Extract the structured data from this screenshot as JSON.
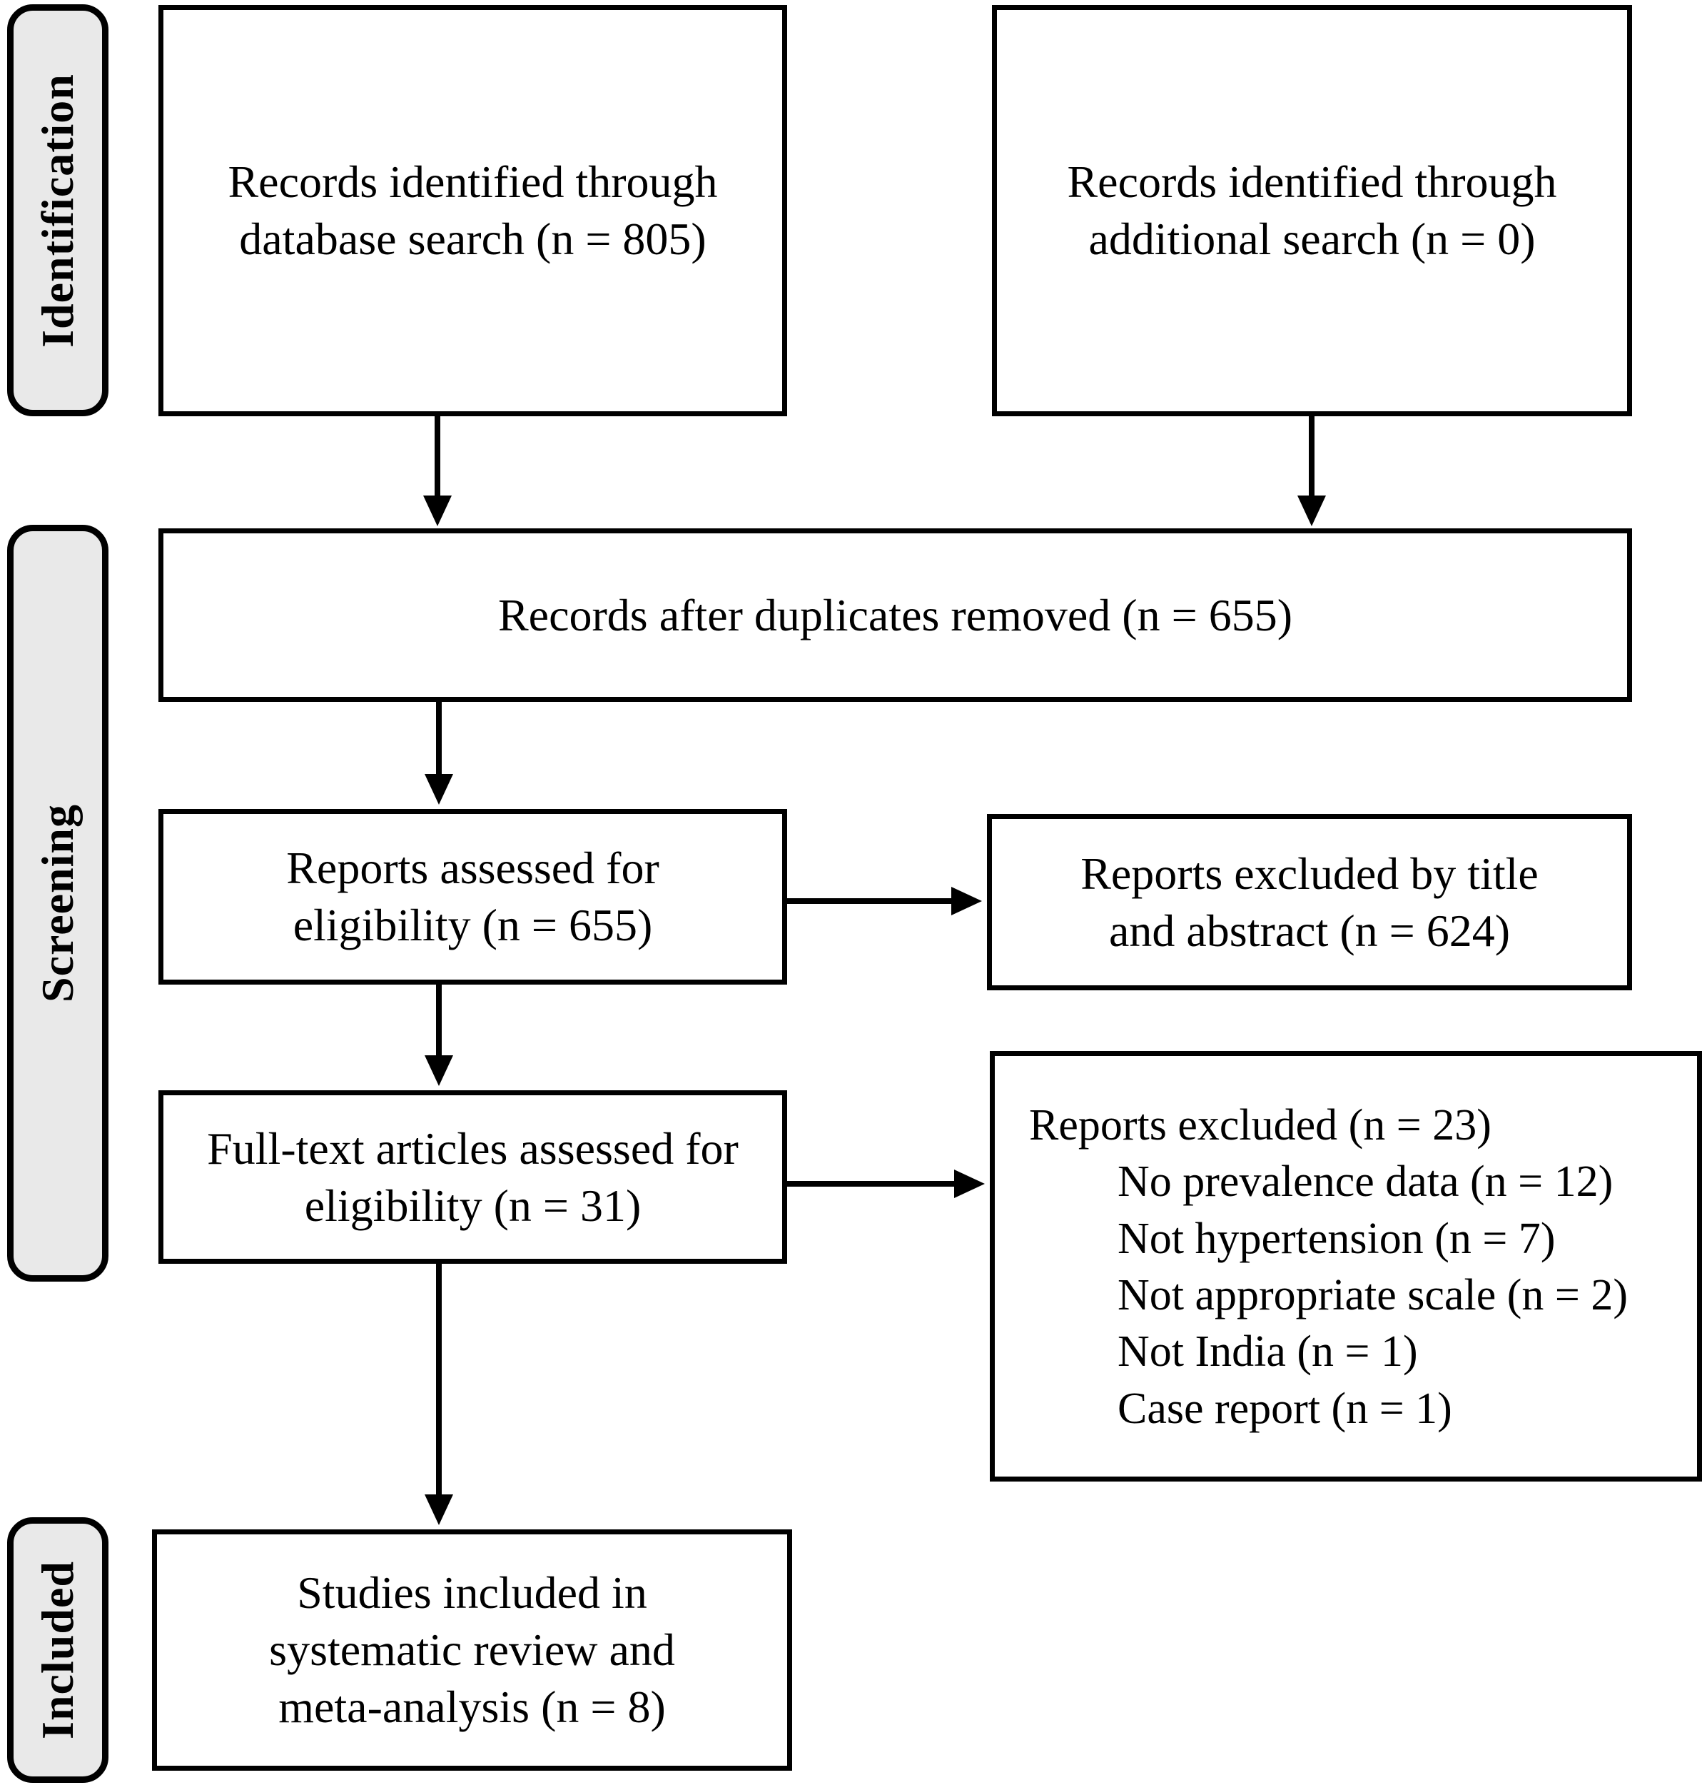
{
  "stages": [
    {
      "label": "Identification"
    },
    {
      "label": "Screening"
    },
    {
      "label": "Included"
    }
  ],
  "boxes": {
    "db_search": "Records identified through database search (n = 805)",
    "additional_search": "Records identified through additional search (n = 0)",
    "duplicates_removed": "Records after duplicates removed (n = 655)",
    "reports_assessed": "Reports assessed for eligibility (n = 655)",
    "excluded_title_abstract": "Reports excluded by title and abstract (n = 624)",
    "fulltext_assessed": "Full-text articles assessed for eligibility (n = 31)",
    "included_studies": "Studies included in systematic review and meta-analysis (n = 8)"
  },
  "excluded_reasons": {
    "title": "Reports excluded (n = 23)",
    "items": [
      "No prevalence data (n = 12)",
      "Not hypertension (n = 7)",
      "Not appropriate scale (n = 2)",
      "Not India (n = 1)",
      "Case report (n = 1)"
    ]
  },
  "colors": {
    "stage_label_fill": "#e9e9e9",
    "line": "#000000",
    "background": "#ffffff"
  }
}
